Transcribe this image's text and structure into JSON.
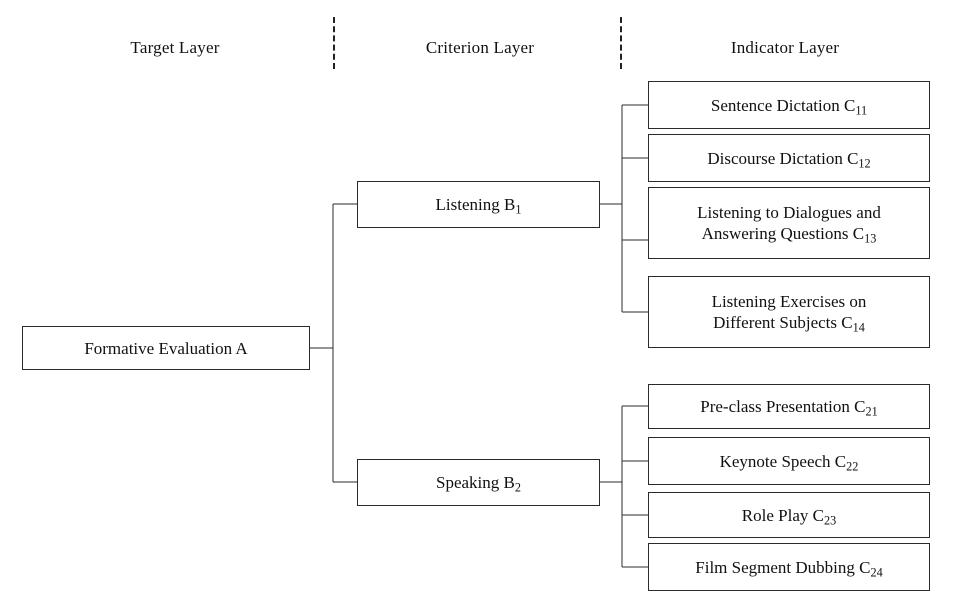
{
  "figure": {
    "type": "hierarchy-diagram",
    "title": "Formative Evaluation Indicator Hierarchy",
    "background_color": "#ffffff",
    "line_color": "#2b2b2b",
    "text_color": "#111111"
  },
  "headers": [
    {
      "id": "target",
      "label": "Target Layer"
    },
    {
      "id": "criterion",
      "label": "Criterion Layer"
    },
    {
      "id": "indicator",
      "label": "Indicator Layer"
    }
  ],
  "separators": [
    {
      "id": "sep-1",
      "style": "dashed"
    },
    {
      "id": "sep-2",
      "style": "dashed"
    }
  ],
  "target": {
    "id": "A",
    "text": "Formative Evaluation A",
    "name": "Formative Evaluation",
    "code": "A"
  },
  "criteria": [
    {
      "id": "B1",
      "text": "Listening B",
      "code": "1",
      "name": "Listening"
    },
    {
      "id": "B2",
      "text": "Speaking B",
      "code": "2",
      "name": "Speaking"
    }
  ],
  "indicators": {
    "listening": [
      {
        "id": "C11",
        "text": "Sentence Dictation C",
        "code": "11",
        "name": "Sentence Dictation",
        "lines": 1
      },
      {
        "id": "C12",
        "text": "Discourse Dictation C",
        "code": "12",
        "name": "Discourse Dictation",
        "lines": 1
      },
      {
        "id": "C13",
        "text": "Listening to Dialogues and\nAnswering Questions C",
        "code": "13",
        "name": "Listening to Dialogues and Answering Questions",
        "lines": 2
      },
      {
        "id": "C14",
        "text": "Listening Exercises on\nDifferent Subjects C",
        "code": "14",
        "name": "Listening Exercises on Different Subjects",
        "lines": 2
      }
    ],
    "speaking": [
      {
        "id": "C21",
        "text": "Pre-class Presentation C",
        "code": "21",
        "name": "Pre-class Presentation",
        "lines": 1
      },
      {
        "id": "C22",
        "text": "Keynote Speech C",
        "code": "22",
        "name": "Keynote Speech",
        "lines": 1
      },
      {
        "id": "C23",
        "text": "Role Play C",
        "code": "23",
        "name": "Role Play",
        "lines": 1
      },
      {
        "id": "C24",
        "text": "Film Segment Dubbing C",
        "code": "24",
        "name": "Film Segment Dubbing",
        "lines": 1
      }
    ]
  }
}
